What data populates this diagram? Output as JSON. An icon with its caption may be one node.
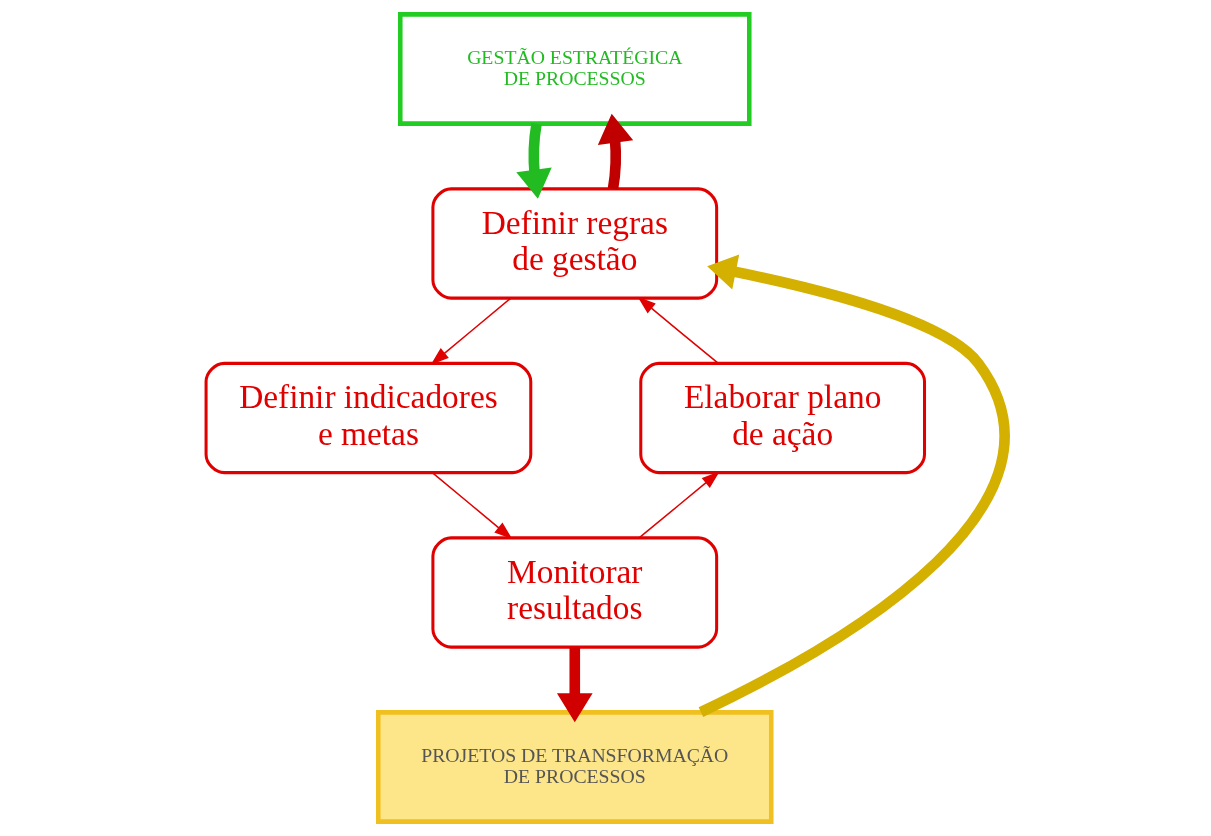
{
  "diagram": {
    "nodes": [
      {
        "text": [
          "GESTÃO ESTRATÉGICA DE PROCESSOS"
        ]
      },
      {
        "text": [
          "Definir regras de gestão"
        ]
      },
      {
        "text": [
          "Elaborar plano de ação"
        ]
      },
      {
        "text": [
          "Definir indicadores e metas"
        ]
      },
      {
        "text": [
          "Monitorar resultados"
        ]
      },
      {
        "text": [
          "PROJETOS DE TRANSFORMAÇÃO DE PROCESSOS"
        ]
      }
    ],
    "edges": [
      {
        "from": 0,
        "to": 1,
        "arrow": "to",
        "style": "thick",
        "color": "#22bb22"
      },
      {
        "from": 1,
        "to": 0,
        "arrow": "to",
        "style": "thick",
        "color": "#c00000"
      },
      {
        "from": 1,
        "to": 3,
        "arrow": "to"
      },
      {
        "from": 3,
        "to": 4,
        "arrow": "to"
      },
      {
        "from": 4,
        "to": 2,
        "arrow": "to"
      },
      {
        "from": 2,
        "to": 1,
        "arrow": "to"
      },
      {
        "from": 4,
        "to": 5,
        "arrow": "to",
        "style": "thick",
        "color": "#d00000"
      },
      {
        "from": 5,
        "to": 1,
        "arrow": "to",
        "style": "thick",
        "color": "#d4b000"
      }
    ]
  }
}
